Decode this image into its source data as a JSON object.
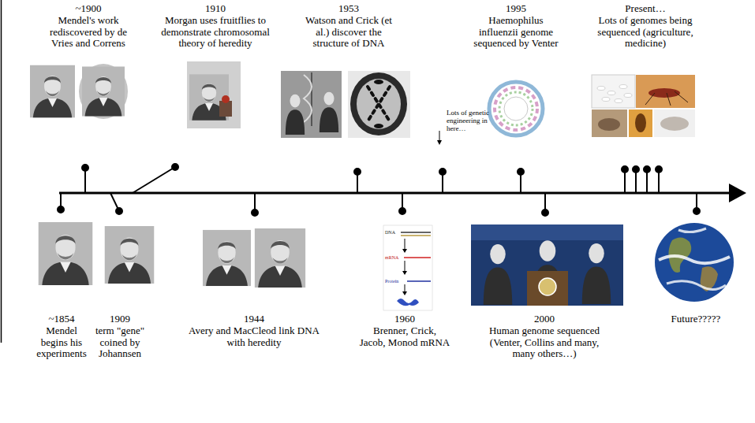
{
  "diagram": {
    "labels": [
      "~1900",
      "Mendel's work rediscovered by de Vries and Correns",
      "1910",
      "Morgan uses fruitflies to demonstrate chromosomal theory of heredity",
      "1953",
      "Watson and Crick (et al.) discover the structure of DNA",
      "Lots of genetic engineering in here…",
      "1995",
      "Haemophilus influenzii genome sequenced by Venter",
      "Present…",
      "Lots of genomes being sequenced (agriculture, medicine)",
      "~1854",
      "Mendel begins his experiments",
      "1909",
      "term \"gene\" coined by Johannsen",
      "1944",
      "Avery and MacCleod link DNA with heredity",
      "1960",
      "Brenner, Crick, Jacob, Monod mRNA",
      "2000",
      "Human genome sequenced (Venter, Collins and many, many others…)",
      "Future?????",
      "DNA",
      "mRNA",
      "Protein"
    ]
  }
}
